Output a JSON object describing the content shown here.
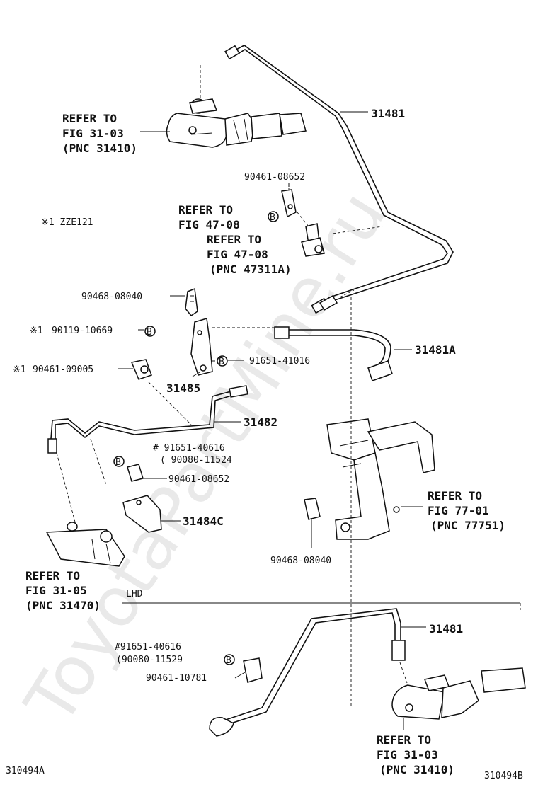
{
  "watermark": "ToyotaPartMine.ru",
  "labels": {
    "refer_top_1": "REFER TO",
    "refer_top_2": "FIG 31-03",
    "refer_top_3": "(PNC 31410)",
    "part_31481_top": "31481",
    "p_90461_08652_top": "90461-08652",
    "refer_47_a_1": "REFER TO",
    "refer_47_a_2": "FIG 47-08",
    "refer_47_b_1": "REFER TO",
    "refer_47_b_2": "FIG 47-08",
    "refer_47_b_3": "(PNC 47311A)",
    "note_zze": "※1 ZZE121",
    "p_90468_08040_a": "90468-08040",
    "p_90119_10669": "90119-10669",
    "p_90119_mark": "※1",
    "p_90461_09005": "90461-09005",
    "p_90461_09005_mark": "※1",
    "p_31485": "31485",
    "p_91651_41016": "91651-41016",
    "part_31481A": "31481A",
    "part_31482": "31482",
    "p_91651_40616_a": "# 91651-40616",
    "p_90080_11524": "( 90080-11524",
    "p_90461_08652_mid": "90461-08652",
    "part_31484C": "31484C",
    "refer_77_1": "REFER TO",
    "refer_77_2": "FIG 77-01",
    "refer_77_3": "(PNC 77751)",
    "p_90468_08040_b": "90468-08040",
    "refer_31_05_1": "REFER TO",
    "refer_31_05_2": "FIG 31-05",
    "refer_31_05_3": "(PNC 31470)",
    "lhd": "LHD",
    "part_31481_bottom": "31481",
    "p_91651_40616_b": "#91651-40616",
    "p_90080_11529": "(90080-11529",
    "p_90461_10781": "90461-10781",
    "refer_bot_1": "REFER TO",
    "refer_bot_2": "FIG 31-03",
    "refer_bot_3": "(PNC 31410)",
    "code_left": "310494A",
    "code_right": "310494B",
    "mark_b": "B"
  }
}
